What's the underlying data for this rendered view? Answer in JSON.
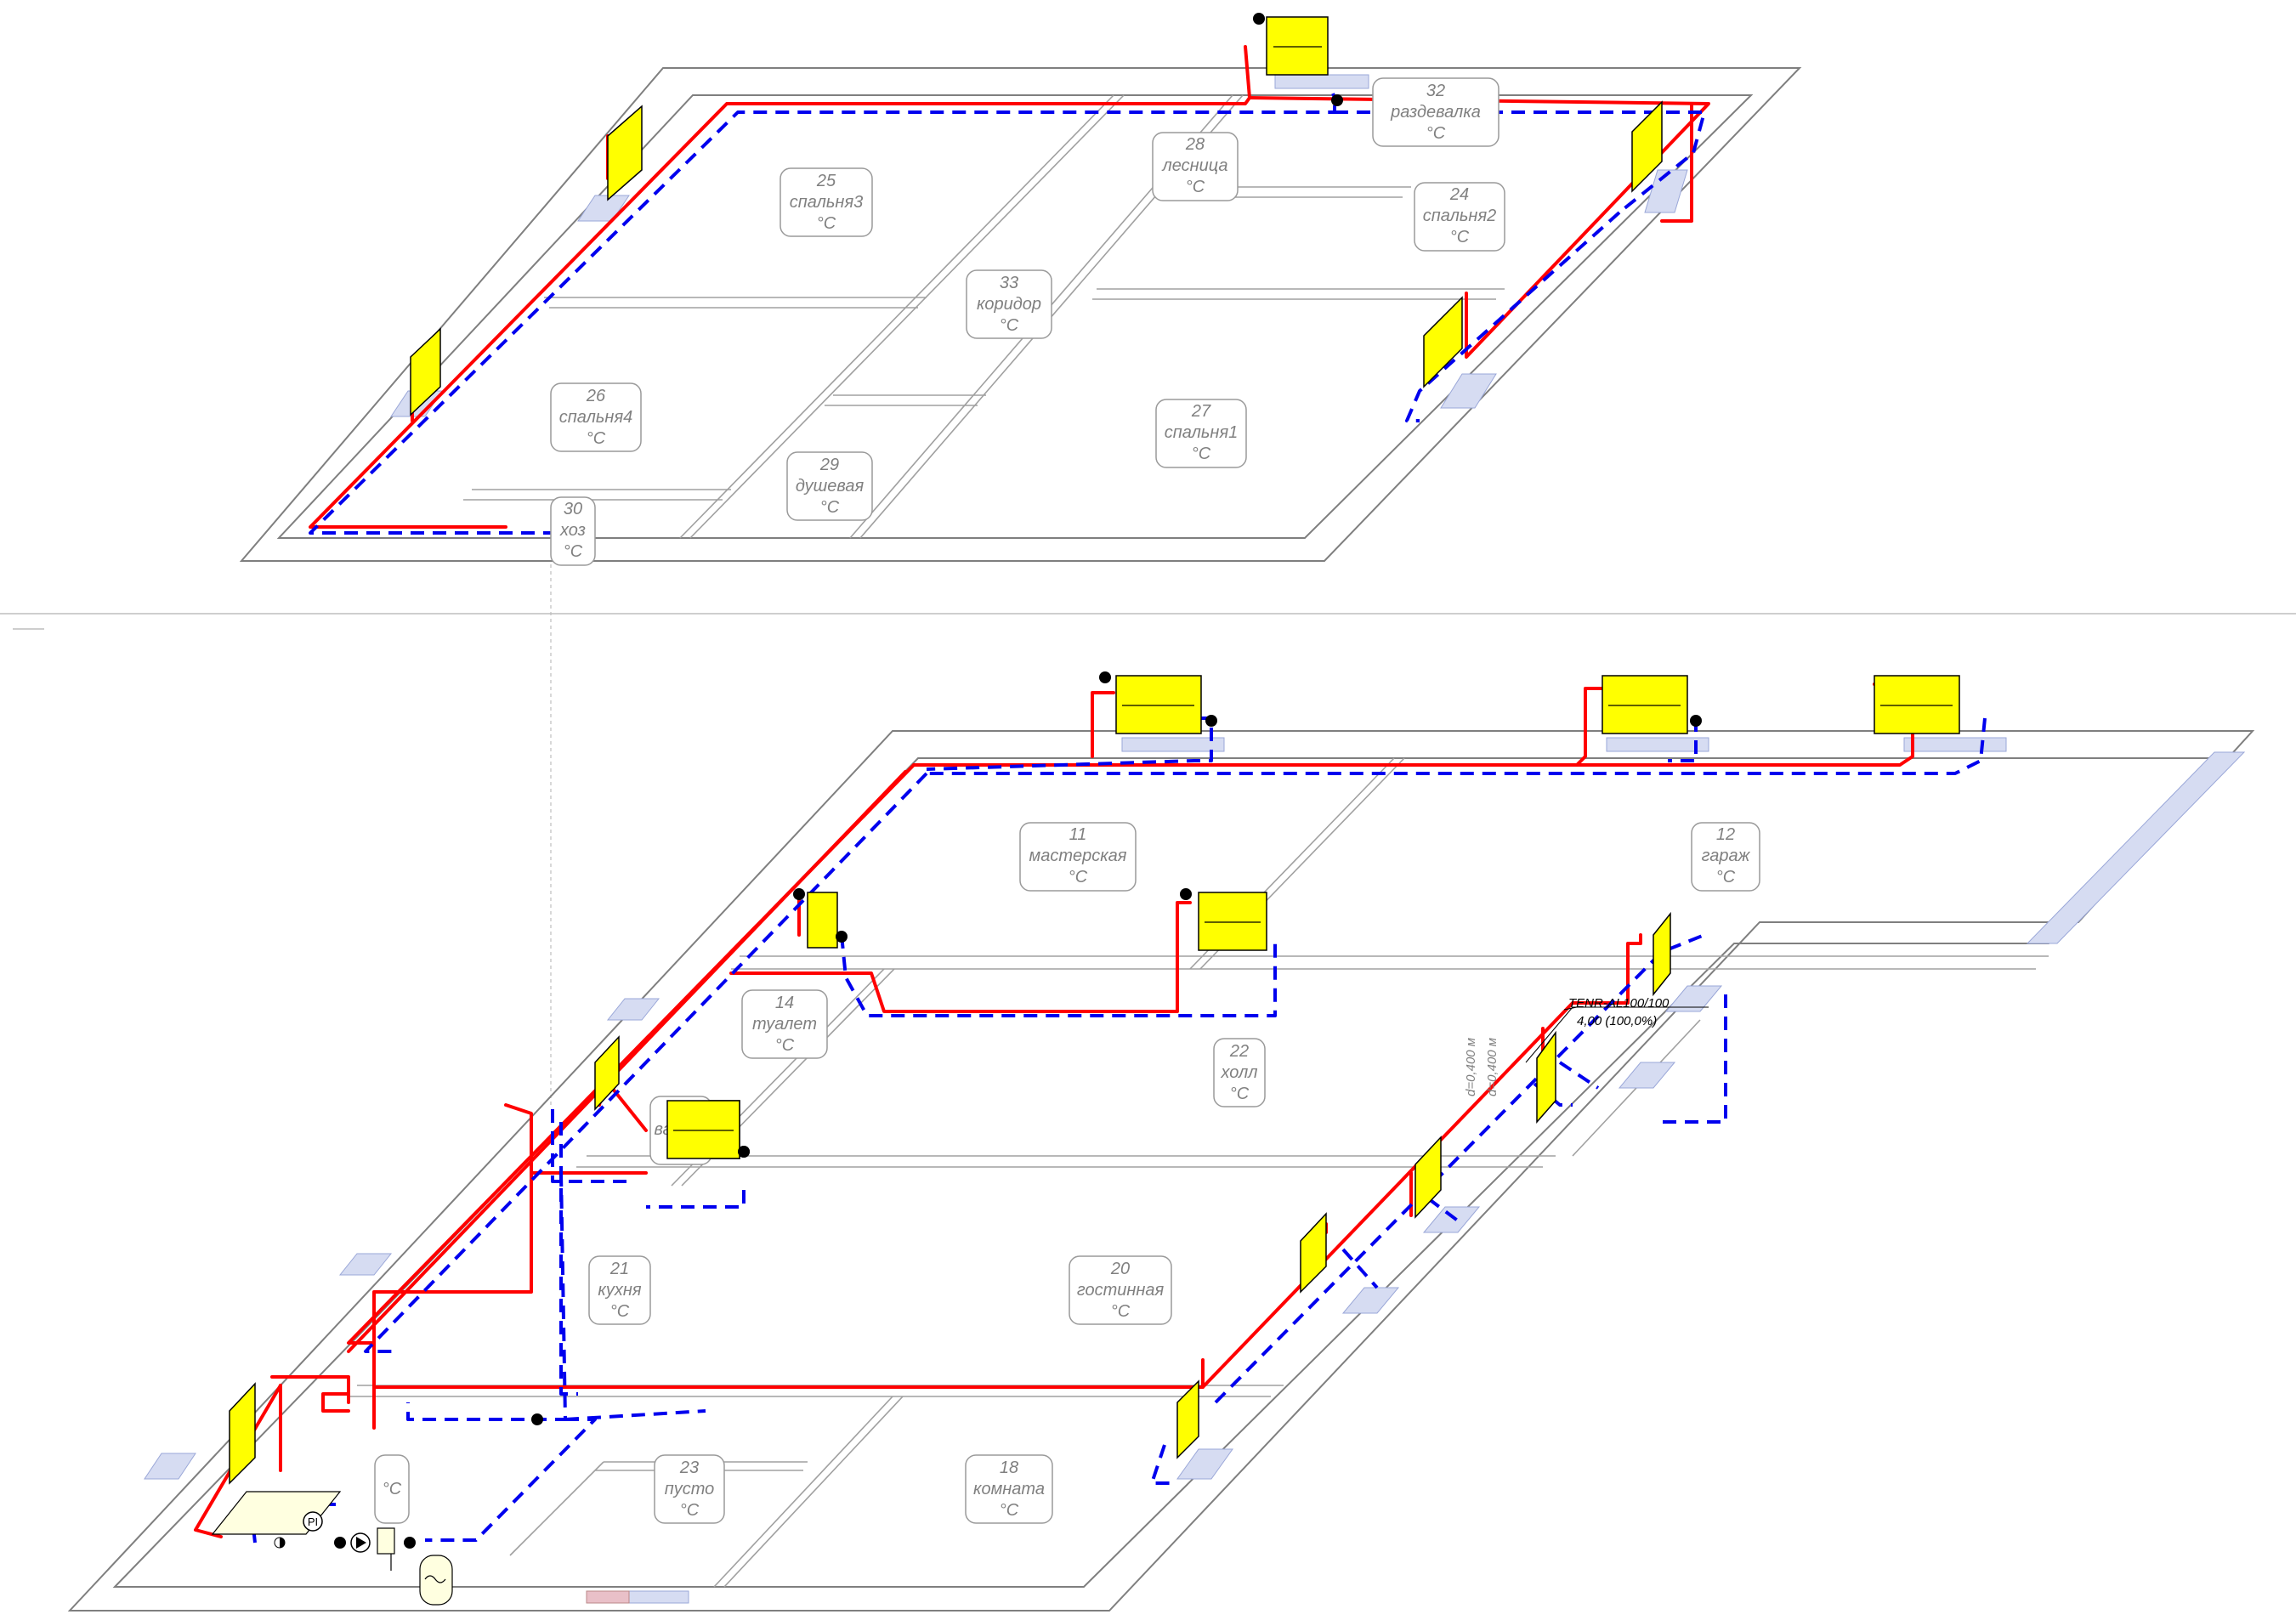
{
  "rooms": [
    {
      "id": "r25",
      "num": "25",
      "name": "спальня3",
      "unit": "°C"
    },
    {
      "id": "r28",
      "num": "28",
      "name": "лесница",
      "unit": "°C"
    },
    {
      "id": "r32",
      "num": "32",
      "name": "раздевалка",
      "unit": "°C"
    },
    {
      "id": "r24",
      "num": "24",
      "name": "спальня2",
      "unit": "°C"
    },
    {
      "id": "r33",
      "num": "33",
      "name": "коридор",
      "unit": "°C"
    },
    {
      "id": "r26",
      "num": "26",
      "name": "спальня4",
      "unit": "°C"
    },
    {
      "id": "r27",
      "num": "27",
      "name": "спальня1",
      "unit": "°C"
    },
    {
      "id": "r29",
      "num": "29",
      "name": "душевая",
      "unit": "°C"
    },
    {
      "id": "r30",
      "num": "30",
      "name": "хоз",
      "unit": "°C"
    },
    {
      "id": "r11",
      "num": "11",
      "name": "мастерская",
      "unit": "°C"
    },
    {
      "id": "r12",
      "num": "12",
      "name": "гараж",
      "unit": "°C"
    },
    {
      "id": "r14",
      "num": "14",
      "name": "туалет",
      "unit": "°C"
    },
    {
      "id": "r22",
      "num": "22",
      "name": "холл",
      "unit": "°C"
    },
    {
      "id": "r21",
      "num": "21",
      "name": "кухня",
      "unit": "°C"
    },
    {
      "id": "r20",
      "num": "20",
      "name": "гостинная",
      "unit": "°C"
    },
    {
      "id": "r23",
      "num": "23",
      "name": "пусто",
      "unit": "°C"
    },
    {
      "id": "r18",
      "num": "18",
      "name": "комната",
      "unit": "°C"
    },
    {
      "id": "rboiler",
      "num": "",
      "name": "",
      "unit": "°C"
    },
    {
      "id": "r13",
      "num": "",
      "name": "ва",
      "unit": ""
    }
  ],
  "annotations": {
    "product_line1": "TENR-AL100/100",
    "product_line2": "4,00 (100,0%)",
    "dim1": "d=0,400 м",
    "dim2": "d=0,400 м",
    "gauge_symbol": "PI"
  },
  "colors": {
    "supply": "#ff0000",
    "return": "#0000ee",
    "radiator": "#ffff00",
    "wall": "#7f7f7f",
    "window": "#d6dcf2"
  }
}
